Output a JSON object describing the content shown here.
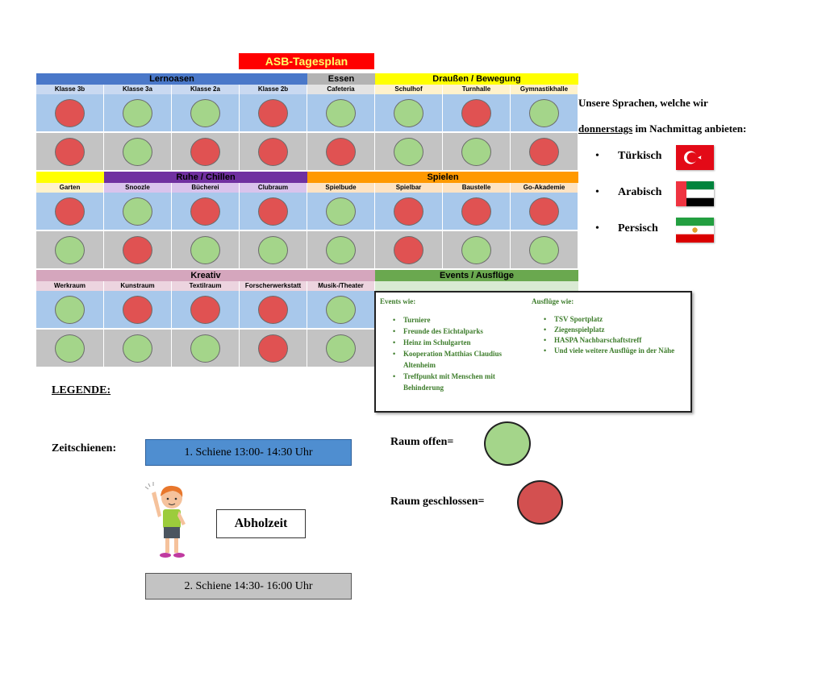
{
  "title": "ASB-Tagesplan",
  "colors": {
    "open": "#a4d58a",
    "closed": "#e05252",
    "slot1": "#a8c8eb",
    "slot2": "#c3c3c3"
  },
  "sections": [
    {
      "categories": [
        {
          "label": "Lernoasen",
          "span": 4,
          "bg": "#4a78c9",
          "roomBg": "#c9d9f1"
        },
        {
          "label": "Essen",
          "span": 1,
          "bg": "#b3b3b3",
          "roomBg": "#e3e3e3"
        },
        {
          "label": "Draußen / Bewegung",
          "span": 3,
          "bg": "#ffff00",
          "roomBg": "#fff2cc"
        }
      ],
      "rooms": [
        "Klasse 3b",
        "Klasse 3a",
        "Klasse 2a",
        "Klasse 2b",
        "Cafeteria",
        "Schulhof",
        "Turnhalle",
        "Gymnastikhalle"
      ],
      "rows": [
        [
          "closed",
          "open",
          "open",
          "closed",
          "open",
          "open",
          "closed",
          "open"
        ],
        [
          "closed",
          "open",
          "closed",
          "closed",
          "closed",
          "open",
          "open",
          "closed"
        ]
      ]
    },
    {
      "categories": [
        {
          "label": "",
          "span": 1,
          "bg": "#ffff00",
          "roomBg": "#fff2cc"
        },
        {
          "label": "Ruhe / Chillen",
          "span": 3,
          "bg": "#7030a0",
          "roomBg": "#d9c3ec"
        },
        {
          "label": "Spielen",
          "span": 4,
          "bg": "#ff9900",
          "roomBg": "#fde3c3"
        }
      ],
      "rooms": [
        "Garten",
        "Snoozle",
        "Bücherei",
        "Clubraum",
        "Spielbude",
        "Spielbar",
        "Baustelle",
        "Go-Akademie"
      ],
      "rows": [
        [
          "closed",
          "open",
          "closed",
          "closed",
          "open",
          "closed",
          "closed",
          "closed"
        ],
        [
          "open",
          "closed",
          "open",
          "open",
          "open",
          "closed",
          "open",
          "open"
        ]
      ]
    },
    {
      "categories": [
        {
          "label": "Kreativ",
          "span": 5,
          "bg": "#d5a6bd",
          "roomBg": "#ecd4df"
        },
        {
          "label": "Events / Ausflüge",
          "span": 3,
          "bg": "#6aa84f",
          "roomBg": "#d9ead3"
        }
      ],
      "rooms": [
        "Werkraum",
        "Kunstraum",
        "Textilraum",
        "Forscherwerkstatt",
        "Musik-/Theater"
      ],
      "rows": [
        [
          "open",
          "closed",
          "closed",
          "closed",
          "open"
        ],
        [
          "open",
          "open",
          "open",
          "closed",
          "open"
        ]
      ]
    }
  ],
  "events": {
    "events_heading": "Events wie:",
    "events_items": [
      "Turniere",
      "Freunde des Eichtalparks",
      "Heinz im Schulgarten",
      "Kooperation Matthias Claudius Altenheim",
      "Treffpunkt mit Menschen mit Behinderung"
    ],
    "trips_heading": "Ausflüge wie:",
    "trips_items": [
      "TSV Sportplatz",
      "Ziegenspielplatz",
      "HASPA Nachbarschaftstreff",
      "Und viele weitere Ausflüge in der Nähe"
    ]
  },
  "languages": {
    "heading_line1": "Unsere Sprachen, welche wir",
    "heading_underlined": "donnerstags",
    "heading_rest": " im Nachmittag anbieten:",
    "items": [
      {
        "name": "Türkisch",
        "flag": "turkey-flag-icon"
      },
      {
        "name": "Arabisch",
        "flag": "uae-flag-icon"
      },
      {
        "name": "Persisch",
        "flag": "iran-flag-icon"
      }
    ]
  },
  "legend": {
    "heading": "LEGENDE:",
    "timeslots_label": "Zeitschienen:",
    "slot1": "1. Schiene 13:00- 14:30 Uhr",
    "slot2": "2. Schiene 14:30- 16:00 Uhr",
    "pickup": "Abholzeit",
    "open_label": "Raum offen=",
    "closed_label": "Raum geschlossen="
  }
}
